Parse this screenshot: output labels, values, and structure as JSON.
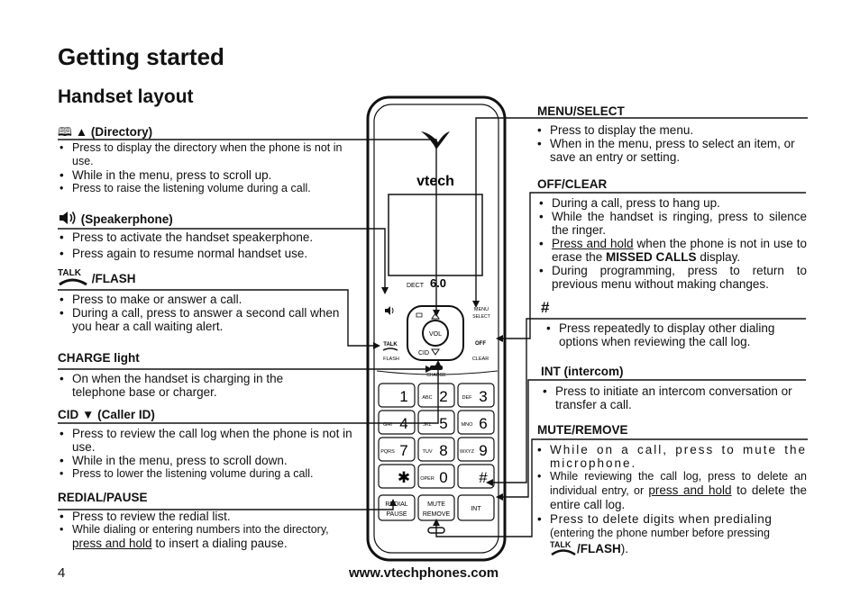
{
  "page": {
    "title": "Getting started",
    "subtitle": "Handset layout",
    "page_number": "4",
    "url": "www.vtechphones.com"
  },
  "left": {
    "directory": {
      "head": "(Directory)",
      "b1": "Press to display the directory when the phone  is not in use.",
      "b2": "While in the menu, press to scroll up.",
      "b3": "Press to raise the listening volume during a call."
    },
    "speakerphone": {
      "head": "(Speakerphone)",
      "b1": "Press to activate the handset speakerphone.",
      "b2": "Press again to resume normal handset use."
    },
    "flash": {
      "talk": "TALK",
      "head": "/FLASH",
      "b1": "Press to make or answer a call.",
      "b2": "During a call, press to answer a second call when you hear a call waiting alert."
    },
    "charge": {
      "head": "CHARGE light",
      "b1": "On when the handset is charging in the telephone base or charger."
    },
    "cid": {
      "head": "CID ▼ (Caller ID)",
      "b1": "Press to review the call log when the phone is not in use.",
      "b2": "While in the menu, press to scroll down.",
      "b3": "Press to lower the listening volume during a call."
    },
    "redial": {
      "head": "REDIAL/PAUSE",
      "b1": "Press to review the redial list.",
      "b2a": "While dialing or entering numbers into the directory, ",
      "b2b": "press and hold",
      "b2c": " to insert a dialing pause."
    }
  },
  "right": {
    "menu": {
      "head": "MENU/SELECT",
      "b1": "Press to display the menu.",
      "b2": "When in the menu, press to select an item, or save an entry or setting."
    },
    "off": {
      "head": "OFF/CLEAR",
      "b1": "During a call, press to hang up.",
      "b2": "While the handset is ringing, press to silence the ringer.",
      "b3a": "Press and hold",
      "b3b": " when the phone is not in use to erase the ",
      "b3c": "MISSED CALLS",
      "b3d": " display.",
      "b4": "During programming, press to return to previous menu without making changes."
    },
    "pound": {
      "head": "#",
      "b1": "Press repeatedly to display other dialing options when reviewing the call log."
    },
    "int": {
      "head": "INT (intercom)",
      "b1": "Press to initiate an intercom conversation or transfer a call."
    },
    "mute": {
      "head": "MUTE/REMOVE",
      "b1": "While on a call, press to mute the microphone.",
      "b2a": "While reviewing the call log, press to delete an individual entry, or ",
      "b2b": "press and hold",
      "b2c": " to delete the entire call log.",
      "b3a": "Press to delete digits when predialing",
      "b3b": "(entering the phone number before pressing",
      "b3c": "TALK",
      "b3d": "/FLASH",
      "b3e": ")."
    }
  },
  "phone": {
    "brand": "vtech",
    "dect": "DECT",
    "dect_num": "6.0",
    "menu_lbl": "MENU",
    "select_lbl": "SELECT",
    "talk_lbl": "TALK",
    "flash_lbl": "FLASH",
    "off_lbl": "OFF",
    "clear_lbl": "CLEAR",
    "vol_lbl": "VOL",
    "cid_lbl": "CID",
    "charge_lbl": "CHARGE",
    "keys": [
      {
        "d": "1",
        "l": ""
      },
      {
        "d": "2",
        "l": "ABC"
      },
      {
        "d": "3",
        "l": "DEF"
      },
      {
        "d": "4",
        "l": "GHI"
      },
      {
        "d": "5",
        "l": "JKL"
      },
      {
        "d": "6",
        "l": "MNO"
      },
      {
        "d": "7",
        "l": "PQRS"
      },
      {
        "d": "8",
        "l": "TUV"
      },
      {
        "d": "9",
        "l": "WXYZ"
      },
      {
        "d": "✱",
        "l": ""
      },
      {
        "d": "0",
        "l": "OPER"
      },
      {
        "d": "#",
        "l": ""
      }
    ],
    "redial_l1": "REDIAL",
    "redial_l2": "PAUSE",
    "mute_l1": "MUTE",
    "mute_l2": "REMOVE",
    "int_lbl": "INT"
  }
}
